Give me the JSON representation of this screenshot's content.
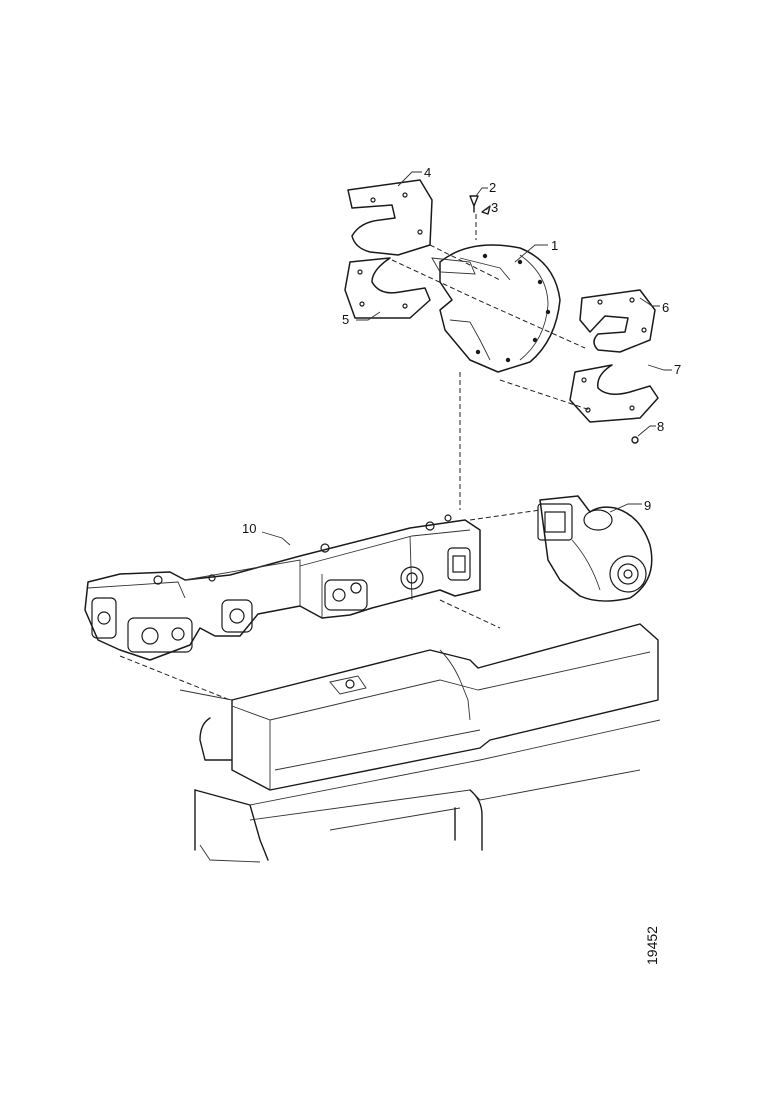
{
  "diagram": {
    "drawing_number": "19452",
    "callouts": [
      {
        "id": "c1",
        "label": "1"
      },
      {
        "id": "c2",
        "label": "2"
      },
      {
        "id": "c3",
        "label": "3"
      },
      {
        "id": "c4",
        "label": "4"
      },
      {
        "id": "c5",
        "label": "5"
      },
      {
        "id": "c6",
        "label": "6"
      },
      {
        "id": "c7",
        "label": "7"
      },
      {
        "id": "c8",
        "label": "8"
      },
      {
        "id": "c9",
        "label": "9"
      },
      {
        "id": "c10",
        "label": "10"
      }
    ]
  }
}
